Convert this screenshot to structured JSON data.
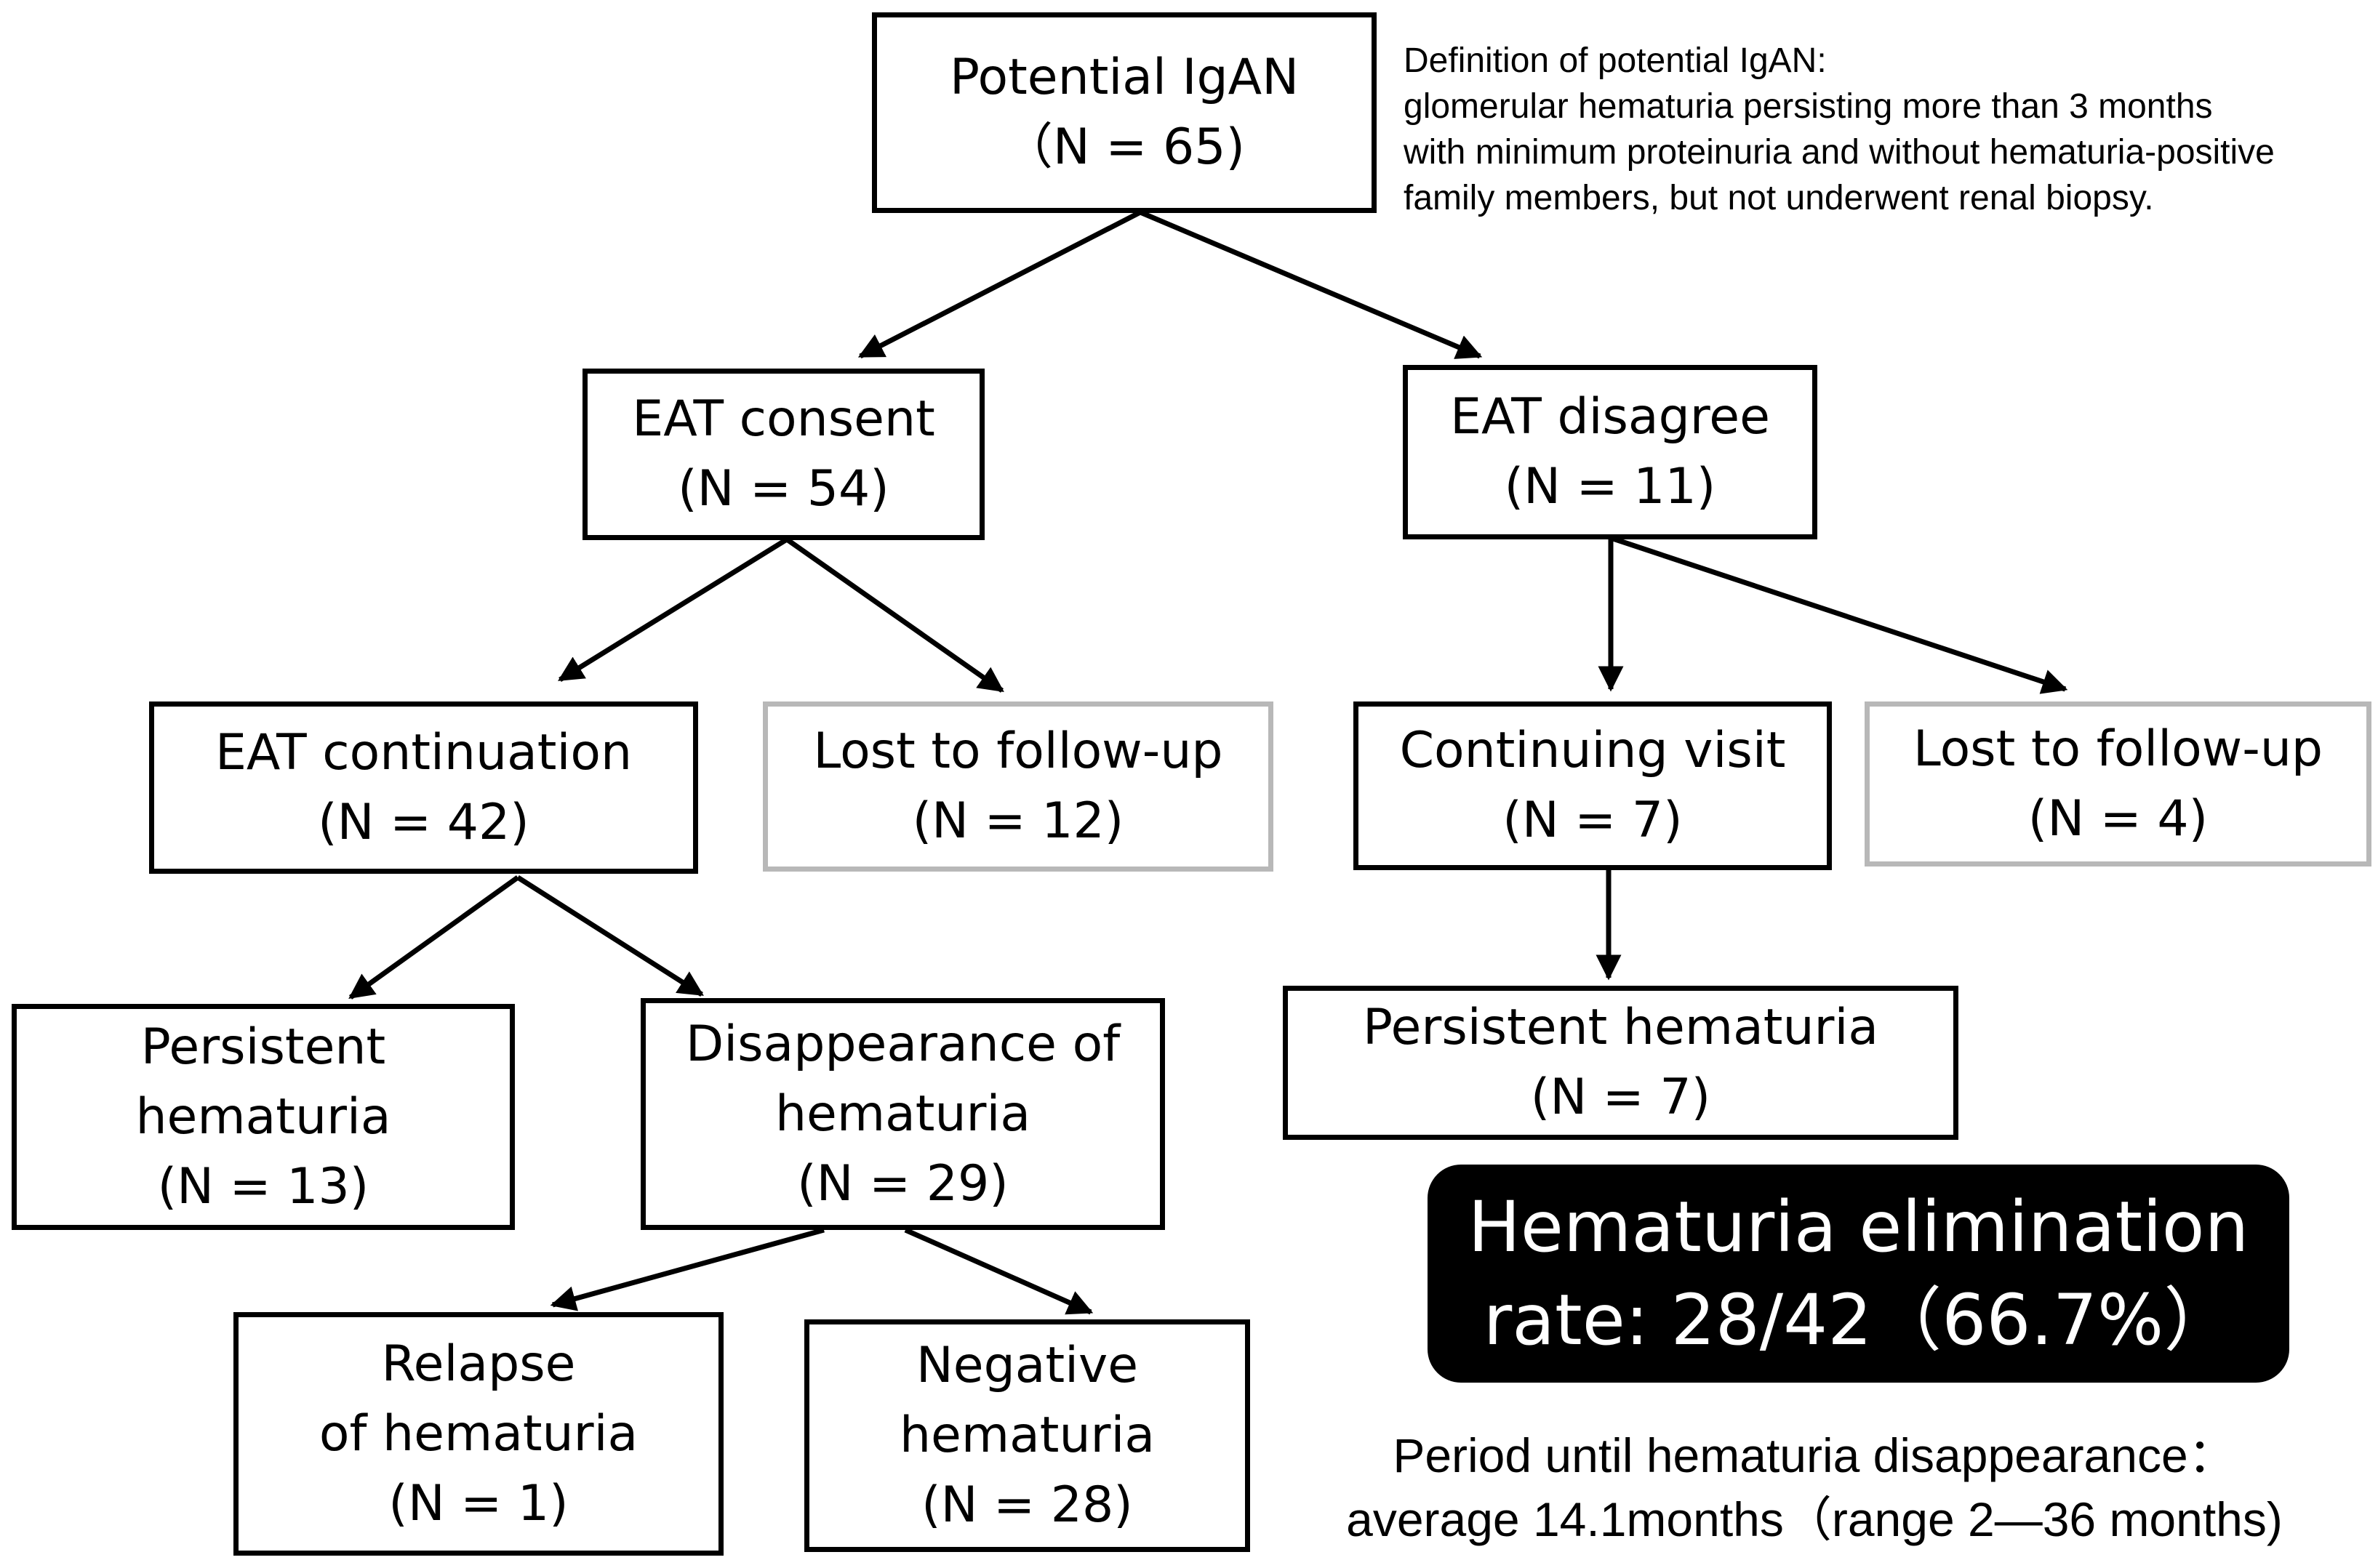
{
  "nodes": {
    "potential": {
      "label": "Potential IgAN",
      "count": "（N = 65)"
    },
    "eat_consent": {
      "label": "EAT consent",
      "count": "(N = 54)"
    },
    "eat_disagree": {
      "label": "EAT disagree",
      "count": "(N = 11)"
    },
    "eat_continuation": {
      "label": "EAT continuation",
      "count": "(N = 42)"
    },
    "lost_left": {
      "label": "Lost to follow-up",
      "count": "(N = 12)"
    },
    "continuing_visit": {
      "label": "Continuing visit",
      "count": "(N = 7)"
    },
    "lost_right": {
      "label": "Lost to follow-up",
      "count": "(N = 4)"
    },
    "persistent_left": {
      "label_1": "Persistent",
      "label_2": "hematuria",
      "count": "(N = 13)"
    },
    "disappearance": {
      "label_1": "Disappearance of",
      "label_2": "hematuria",
      "count": "(N = 29)"
    },
    "persistent_right": {
      "label": "Persistent hematuria",
      "count": "(N = 7)"
    },
    "relapse": {
      "label_1": "Relapse",
      "label_2": "of hematuria",
      "count": "(N = 1)"
    },
    "negative": {
      "label_1": "Negative",
      "label_2": "hematuria",
      "count": "(N = 28)"
    }
  },
  "definition": {
    "title": "Definition of potential IgAN:",
    "line_1": "glomerular hematuria persisting more than 3 months",
    "line_2": "with minimum proteinuria and without hematuria-positive",
    "line_3": "family members, but not underwent renal biopsy."
  },
  "banner": {
    "line_1": "Hematuria elimination",
    "line_2": "rate: 28/42（66.7%）"
  },
  "period": {
    "line_1": "Period until hematuria disappearance：",
    "line_2": "average 14.1months（range 2—36 months)"
  }
}
